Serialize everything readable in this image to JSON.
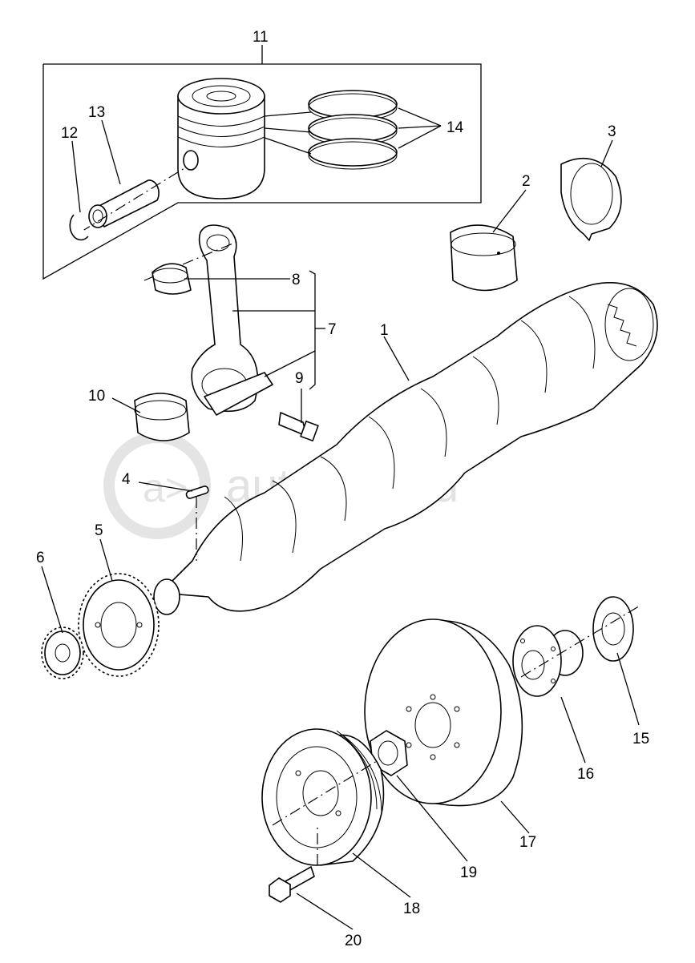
{
  "watermark": "autopiter.ru",
  "callouts": {
    "c1": "1",
    "c2": "2",
    "c3": "3",
    "c4": "4",
    "c5": "5",
    "c6": "6",
    "c7": "7",
    "c8": "8",
    "c9": "9",
    "c10": "10",
    "c11": "11",
    "c12": "12",
    "c13": "13",
    "c14": "14",
    "c15": "15",
    "c16": "16",
    "c17": "17",
    "c18": "18",
    "c19": "19",
    "c20": "20"
  }
}
